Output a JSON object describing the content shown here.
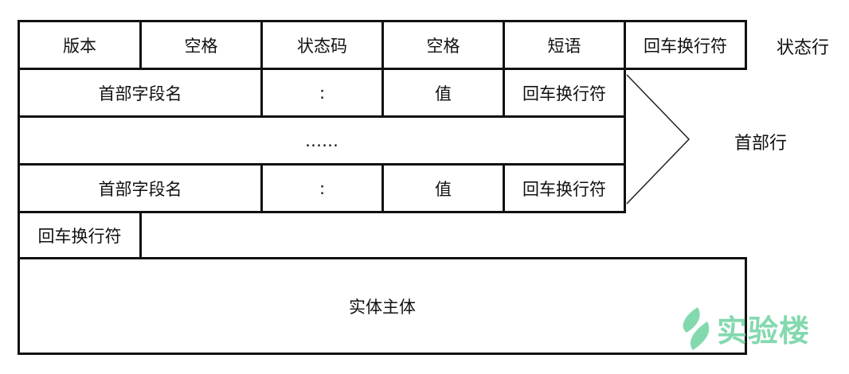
{
  "status_line": {
    "cells": [
      "版本",
      "空格",
      "状态码",
      "空格",
      "短语",
      "回车换行符"
    ],
    "label": "状态行"
  },
  "header_lines": {
    "row1": [
      "首部字段名",
      ":",
      "值",
      "回车换行符"
    ],
    "ellipsis": "……",
    "row2": [
      "首部字段名",
      ":",
      "值",
      "回车换行符"
    ],
    "label": "首部行"
  },
  "blank_line": "回车换行符",
  "body": "实体主体",
  "watermark": {
    "text": "实验楼",
    "color": "#6ed3a0"
  }
}
